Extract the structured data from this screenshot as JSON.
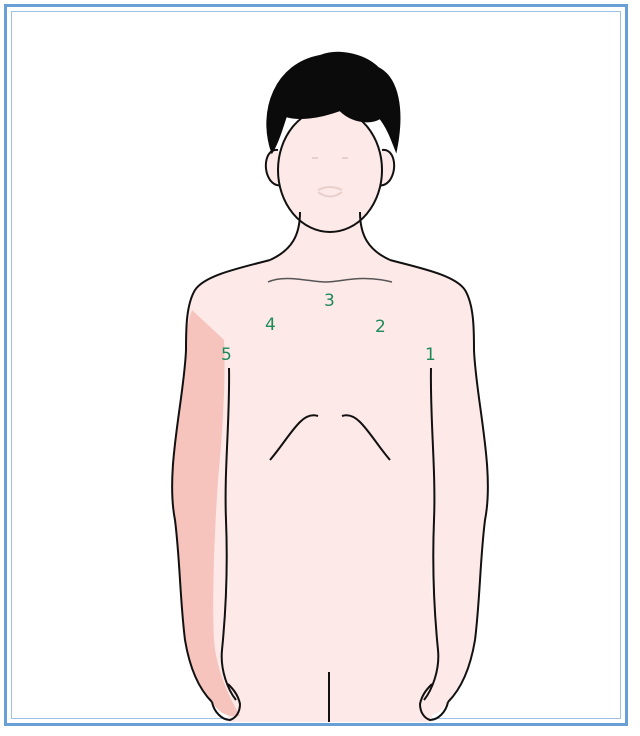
{
  "colors": {
    "frame_border": "#6a9fd6",
    "skin": "#fde9e7",
    "highlight": "#f6c3bd",
    "hair": "#0b0b0b",
    "outline": "#111111",
    "label": "#1d8a5c"
  },
  "labels": {
    "l1": "1",
    "l2": "2",
    "l3": "3",
    "l4": "4",
    "l5": "5"
  },
  "highlighted_region": "right-arm-lateral"
}
